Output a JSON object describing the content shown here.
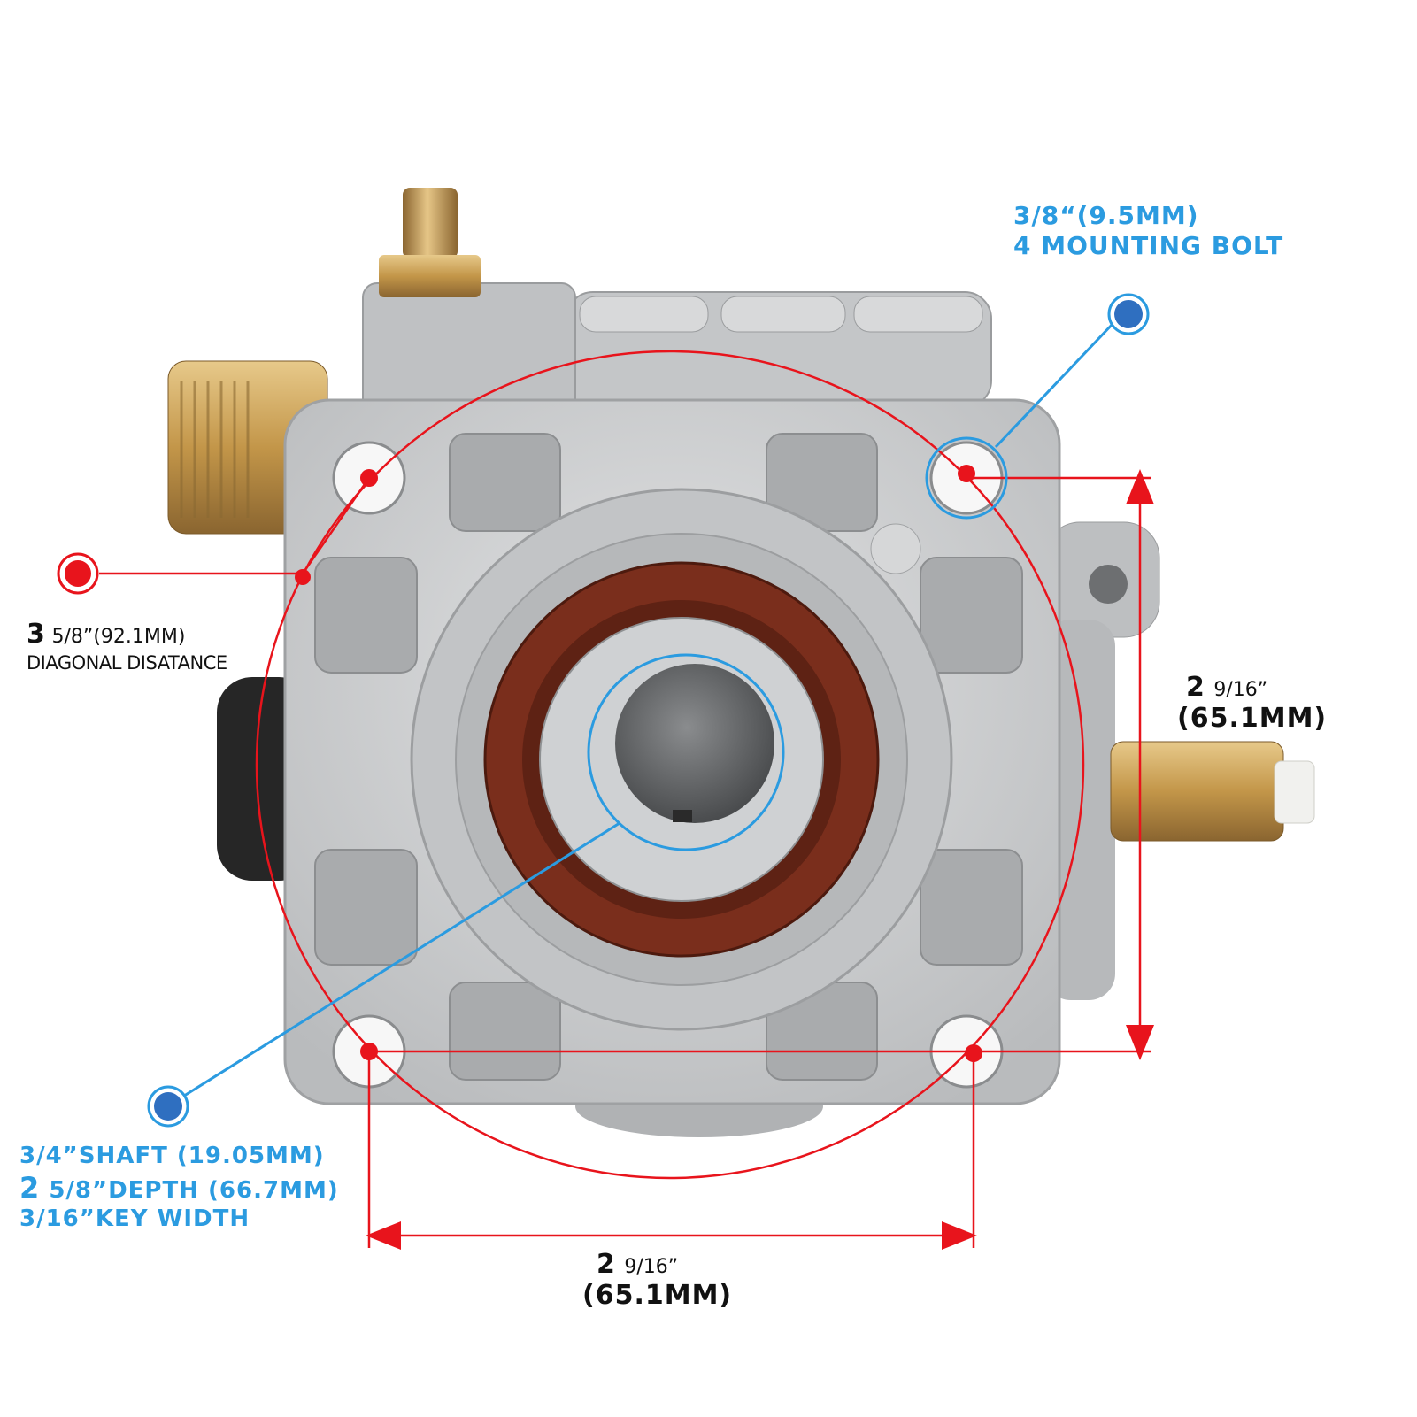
{
  "colors": {
    "annotation_red": "#e8141c",
    "annotation_blue": "#2b9be0",
    "aluminum": "#c9cbcd",
    "brass": "#c8a15a",
    "seal": "#7a2e1c"
  },
  "labels": {
    "bolt": {
      "line1": "3/8“(9.5MM)",
      "line2": "4 MOUNTING BOLT"
    },
    "diagonal": {
      "whole": "3",
      "frac": "5/8”(92.1MM)",
      "line2": "DIAGONAL DISATANCE"
    },
    "vertical": {
      "whole": "2",
      "frac": "9/16”",
      "mm": "(65.1MM)"
    },
    "shaft": {
      "line1": "3/4”SHAFT (19.05MM)",
      "line2_whole": "2",
      "line2_rest": "5/8”DEPTH  (66.7MM)",
      "line3": "3/16”KEY WIDTH"
    },
    "horizontal": {
      "whole": "2",
      "frac": "9/16”",
      "mm": "(65.1MM)"
    }
  },
  "icons": {
    "red_marker": "red-dot-marker-icon",
    "blue_marker": "blue-dot-marker-icon",
    "arrow": "arrowhead-icon"
  }
}
